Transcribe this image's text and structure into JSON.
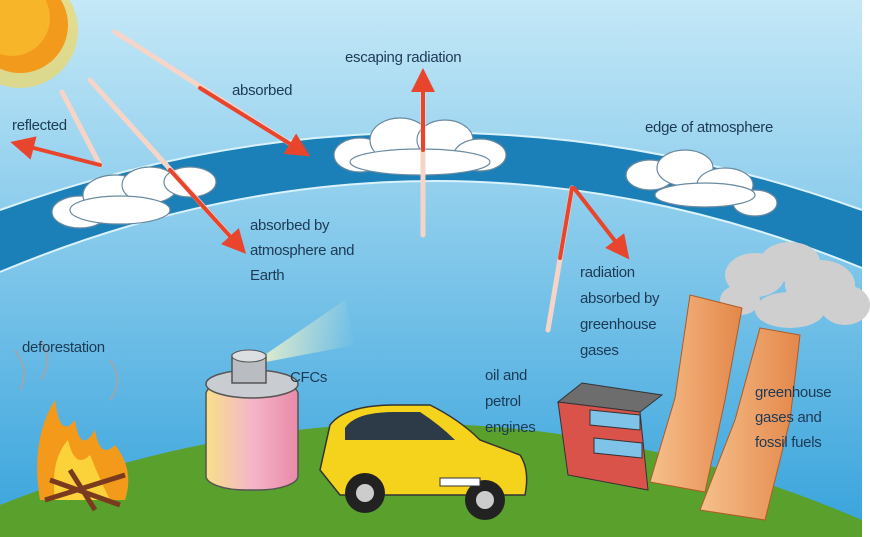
{
  "title": "Greenhouse effect diagram",
  "labels": {
    "escaping": [
      "escaping radiation"
    ],
    "absorbed": [
      "absorbed"
    ],
    "reflected": [
      "reflected"
    ],
    "edge": [
      "edge of atmosphere"
    ],
    "absorbed_by": [
      "absorbed by",
      "atmosphere and",
      "Earth"
    ],
    "radiation_absorbed": [
      "radiation",
      "absorbed by",
      "greenhouse",
      "gases"
    ],
    "deforestation": [
      "deforestation"
    ],
    "cfcs": [
      "CFCs"
    ],
    "engines": [
      "oil and",
      "petrol",
      "engines"
    ],
    "fossil": [
      "greenhouse",
      "gases and",
      "fossil fuels"
    ]
  },
  "colors": {
    "sky_top": "#b7e2f5",
    "sky_bottom": "#3ea8de",
    "atmosphere": "#1b7fb8",
    "ground": "#5aa02c",
    "arrow": "#e8452c",
    "sun": "#f7a81b",
    "car": "#f5d21c"
  }
}
